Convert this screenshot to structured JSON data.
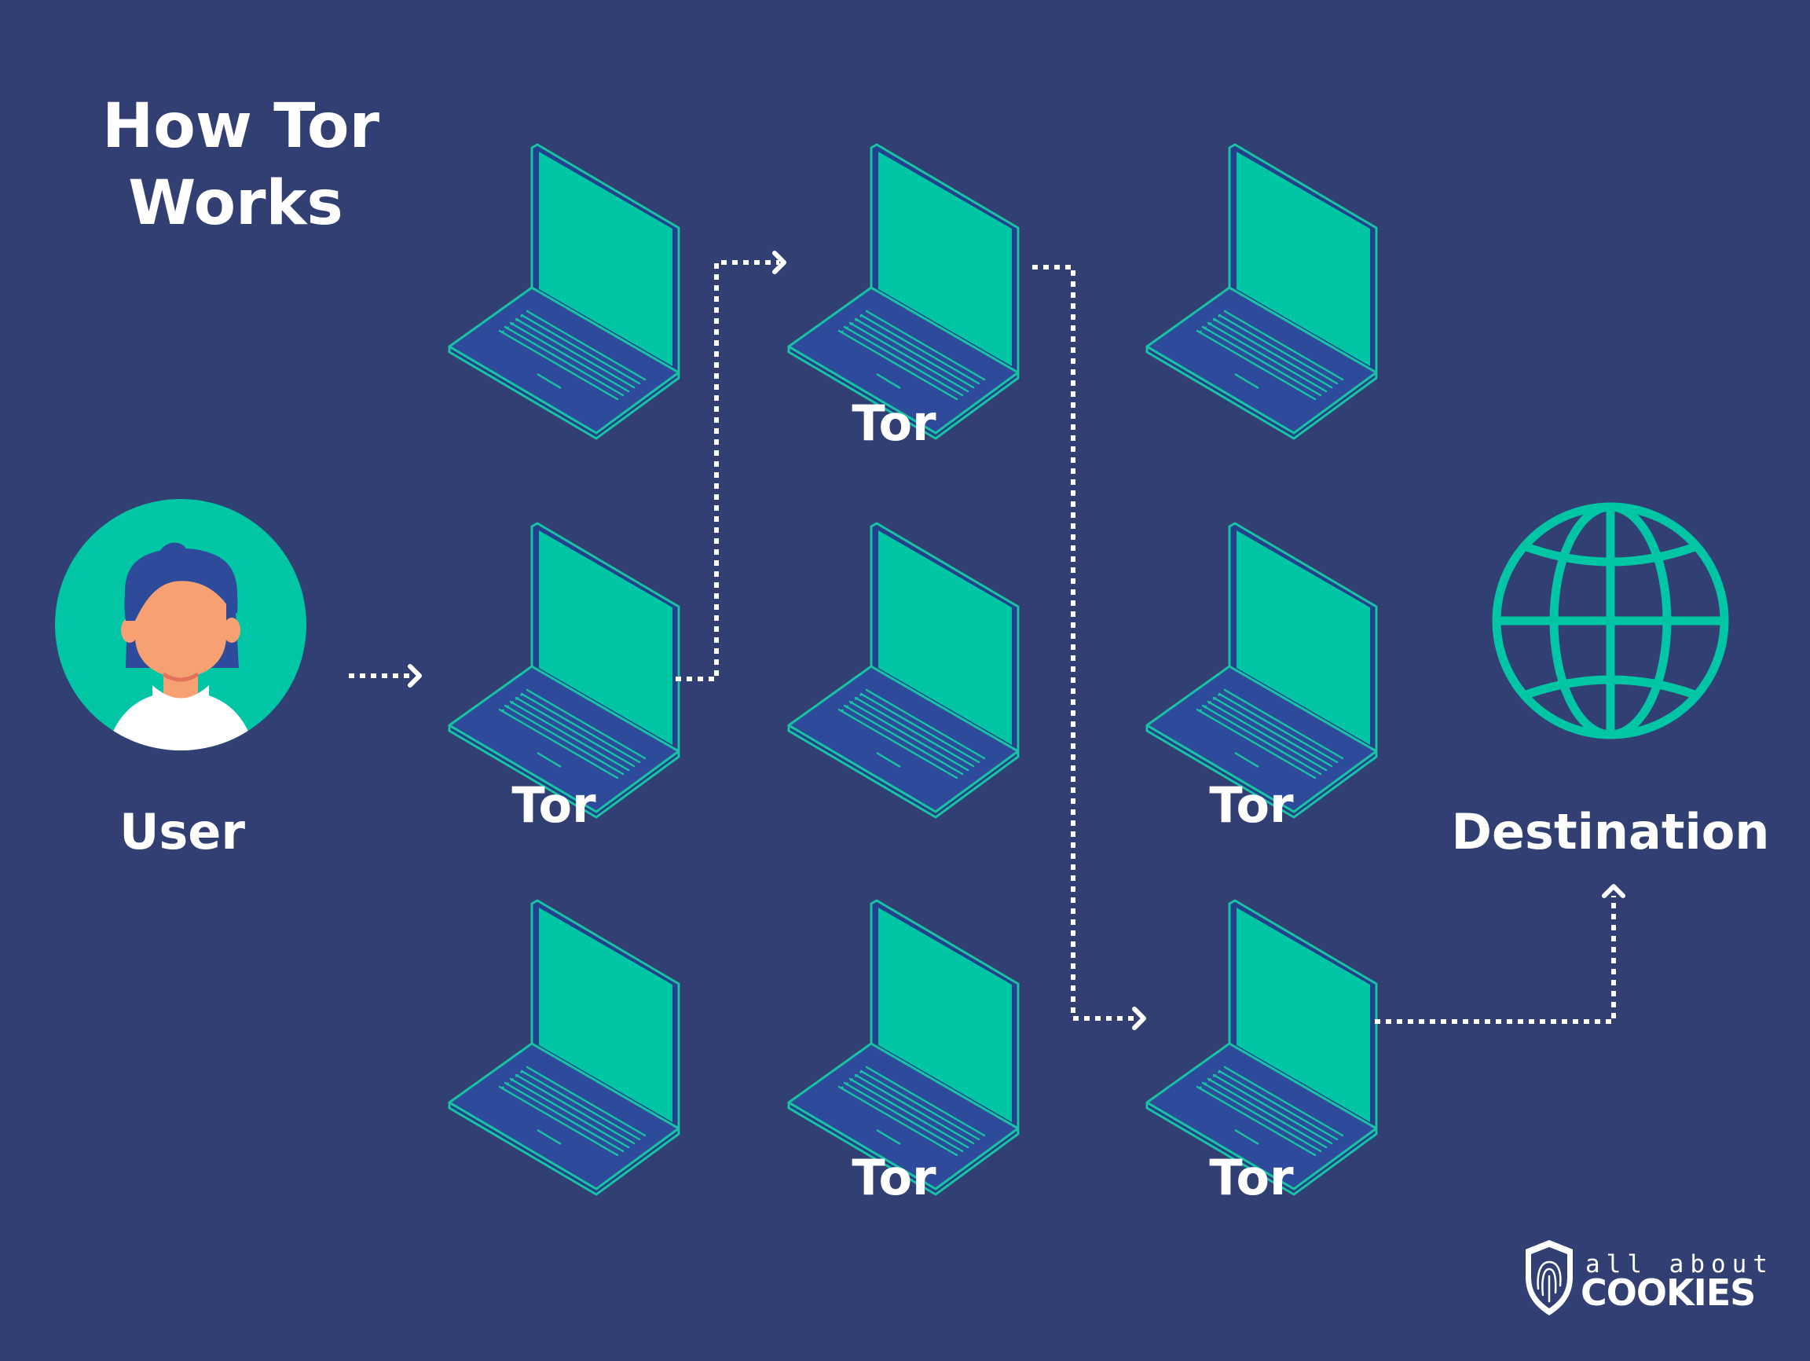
{
  "title": {
    "line1": "How Tor",
    "line2": "Works"
  },
  "labels": {
    "user": "User",
    "tor_top": "Tor",
    "tor_mid_left": "Tor",
    "tor_mid_right": "Tor",
    "tor_bottom_center": "Tor",
    "tor_bottom_right": "Tor",
    "destination": "Destination"
  },
  "logo": {
    "line1": "all about",
    "line2": "COOKIES"
  },
  "colors": {
    "background": "#323f73",
    "accent": "#00c6a6",
    "laptop_body": "#2e4b9b",
    "skin": "#f7a072",
    "hair": "#2e4b9b",
    "text": "#ffffff"
  },
  "icons": [
    "user-avatar-icon",
    "laptop-icon",
    "globe-icon",
    "shield-fingerprint-icon"
  ]
}
